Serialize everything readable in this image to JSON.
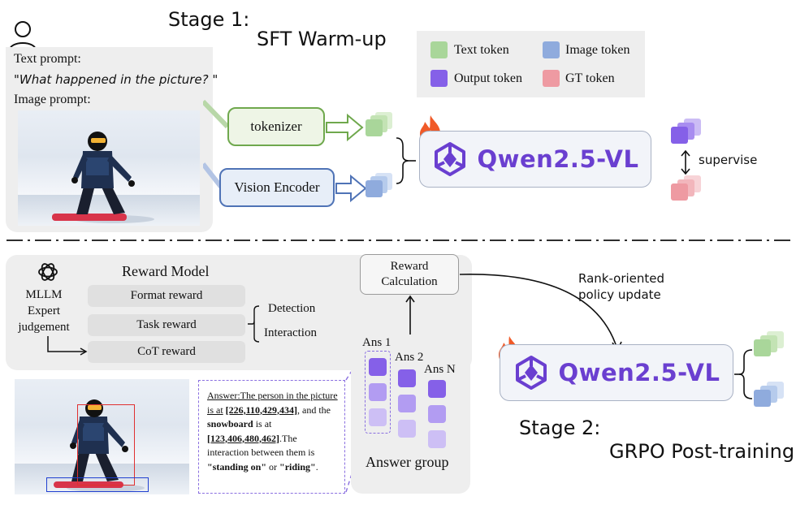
{
  "stage1": {
    "title": "Stage 1:",
    "subtitle": "SFT Warm-up"
  },
  "prompt": {
    "text_label": "Text prompt:",
    "text_value": "\"What happened in the picture? \"",
    "image_label": "Image prompt:"
  },
  "modules": {
    "tokenizer": "tokenizer",
    "vision_encoder": "Vision Encoder"
  },
  "legend": {
    "items": [
      {
        "label": "Text token",
        "color": "#a9d69a"
      },
      {
        "label": "Image token",
        "color": "#8fabdd"
      },
      {
        "label": "Output token",
        "color": "#8560e8"
      },
      {
        "label": "GT token",
        "color": "#ee9aa2"
      }
    ]
  },
  "model": {
    "name": "Qwen2.5-VL"
  },
  "supervise_label": "supervise",
  "stage2": {
    "title": "Stage 2:",
    "subtitle": "GRPO Post-training"
  },
  "reward": {
    "title": "Reward Model",
    "expert_label": "MLLM Expert judgement",
    "items": [
      "Format reward",
      "Task reward",
      "CoT reward"
    ],
    "task_targets": [
      "Detection",
      "Interaction"
    ],
    "calc_line1": "Reward",
    "calc_line2": "Calculation"
  },
  "policy_update": {
    "line1": "Rank-oriented",
    "line2": "policy update"
  },
  "answers": {
    "labels": [
      "Ans 1",
      "Ans 2",
      "Ans N"
    ],
    "group_label": "Answer group"
  },
  "answer_text": {
    "p1": "Answer:The person in the picture is at",
    "box1": "[226,110,429,434]",
    "p2": ", and the",
    "obj": "snowboard",
    "p3": " is at",
    "box2": "[123,406,480,462]",
    "p4": ".The interaction between them is",
    "opt1": "\"standing on\"",
    "p5": " or ",
    "opt2": "\"riding\"",
    "p6": "."
  },
  "colors": {
    "text_token": "#a9d69a",
    "image_token": "#8fabdd",
    "output_token": "#8560e8",
    "gt_token": "#ee9aa2",
    "qwen_purple": "#6a3fd0",
    "flame": "#f05a28",
    "bbox_person": "#e03030",
    "bbox_snowboard": "#2040d0"
  },
  "icons": [
    "user-icon",
    "openai-icon",
    "flame-icon",
    "qwen-logo-icon"
  ]
}
